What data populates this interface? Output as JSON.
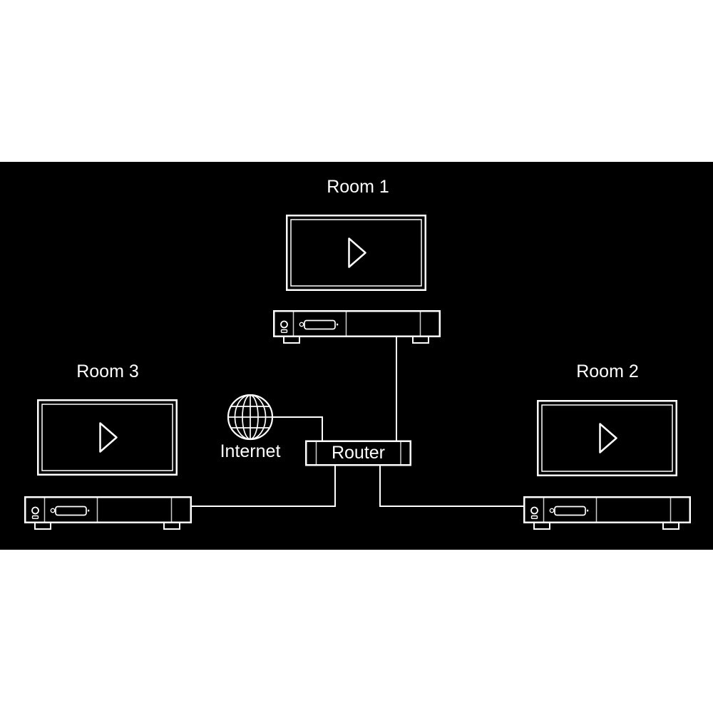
{
  "page": {
    "background_color": "#ffffff",
    "canvas_color": "#000000",
    "line_color": "#ffffff"
  },
  "diagram": {
    "rooms": [
      {
        "label": "Room 1",
        "tv_icon": "tv-play-icon",
        "box_icon": "set-top-box-icon"
      },
      {
        "label": "Room 2",
        "tv_icon": "tv-play-icon",
        "box_icon": "set-top-box-icon"
      },
      {
        "label": "Room 3",
        "tv_icon": "tv-play-icon",
        "box_icon": "set-top-box-icon"
      }
    ],
    "internet": {
      "label": "Internet",
      "icon": "internet-globe-icon"
    },
    "router": {
      "label": "Router",
      "icon": "router-box"
    },
    "connections": [
      "room1-set-top-box to router",
      "internet-globe to router",
      "router to room3-set-top-box",
      "router to room2-set-top-box"
    ]
  }
}
